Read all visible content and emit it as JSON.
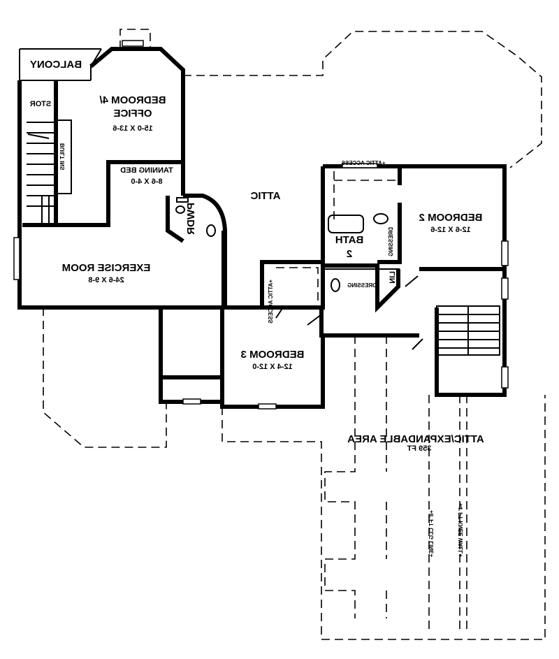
{
  "plan": {
    "rooms": {
      "balcony": "BALCONY",
      "stor": "STOR",
      "bedroom4_line1": "BEDROOM 4/",
      "bedroom4_line2": "OFFICE",
      "bedroom4_dim": "15-0 X 13-6",
      "built_ins": "BUILT INS",
      "tanning": "TANNING BED",
      "tanning_dim": "8-6 X 4-0",
      "pwdr": "PWDR",
      "exercise": "EXERCISE ROOM",
      "exercise_dim": "24-6 X 9-8",
      "attic": "ATTIC",
      "attic_access_top": "+ATTIC ACCESS",
      "attic_access_small": "+ATTIC ACCESS",
      "bedroom2": "BEDROOM 2",
      "bedroom2_dim": "12-6 X 12-6",
      "bath2_line1": "BATH",
      "bath2_line2": "2",
      "dressing1": "DRESSING",
      "dressing2": "DRESSING",
      "lin": "LIN",
      "bedroom3": "BEDROOM 3",
      "bedroom3_dim": "12-4 X 12-0",
      "expandable": "ATTIC/EXPANDABLE AREA",
      "expandable_dim": "359 FT",
      "clg_line": "+8' FT CLG LINE+",
      "knee_wall": "+4' FT KNEE WALL+"
    }
  }
}
